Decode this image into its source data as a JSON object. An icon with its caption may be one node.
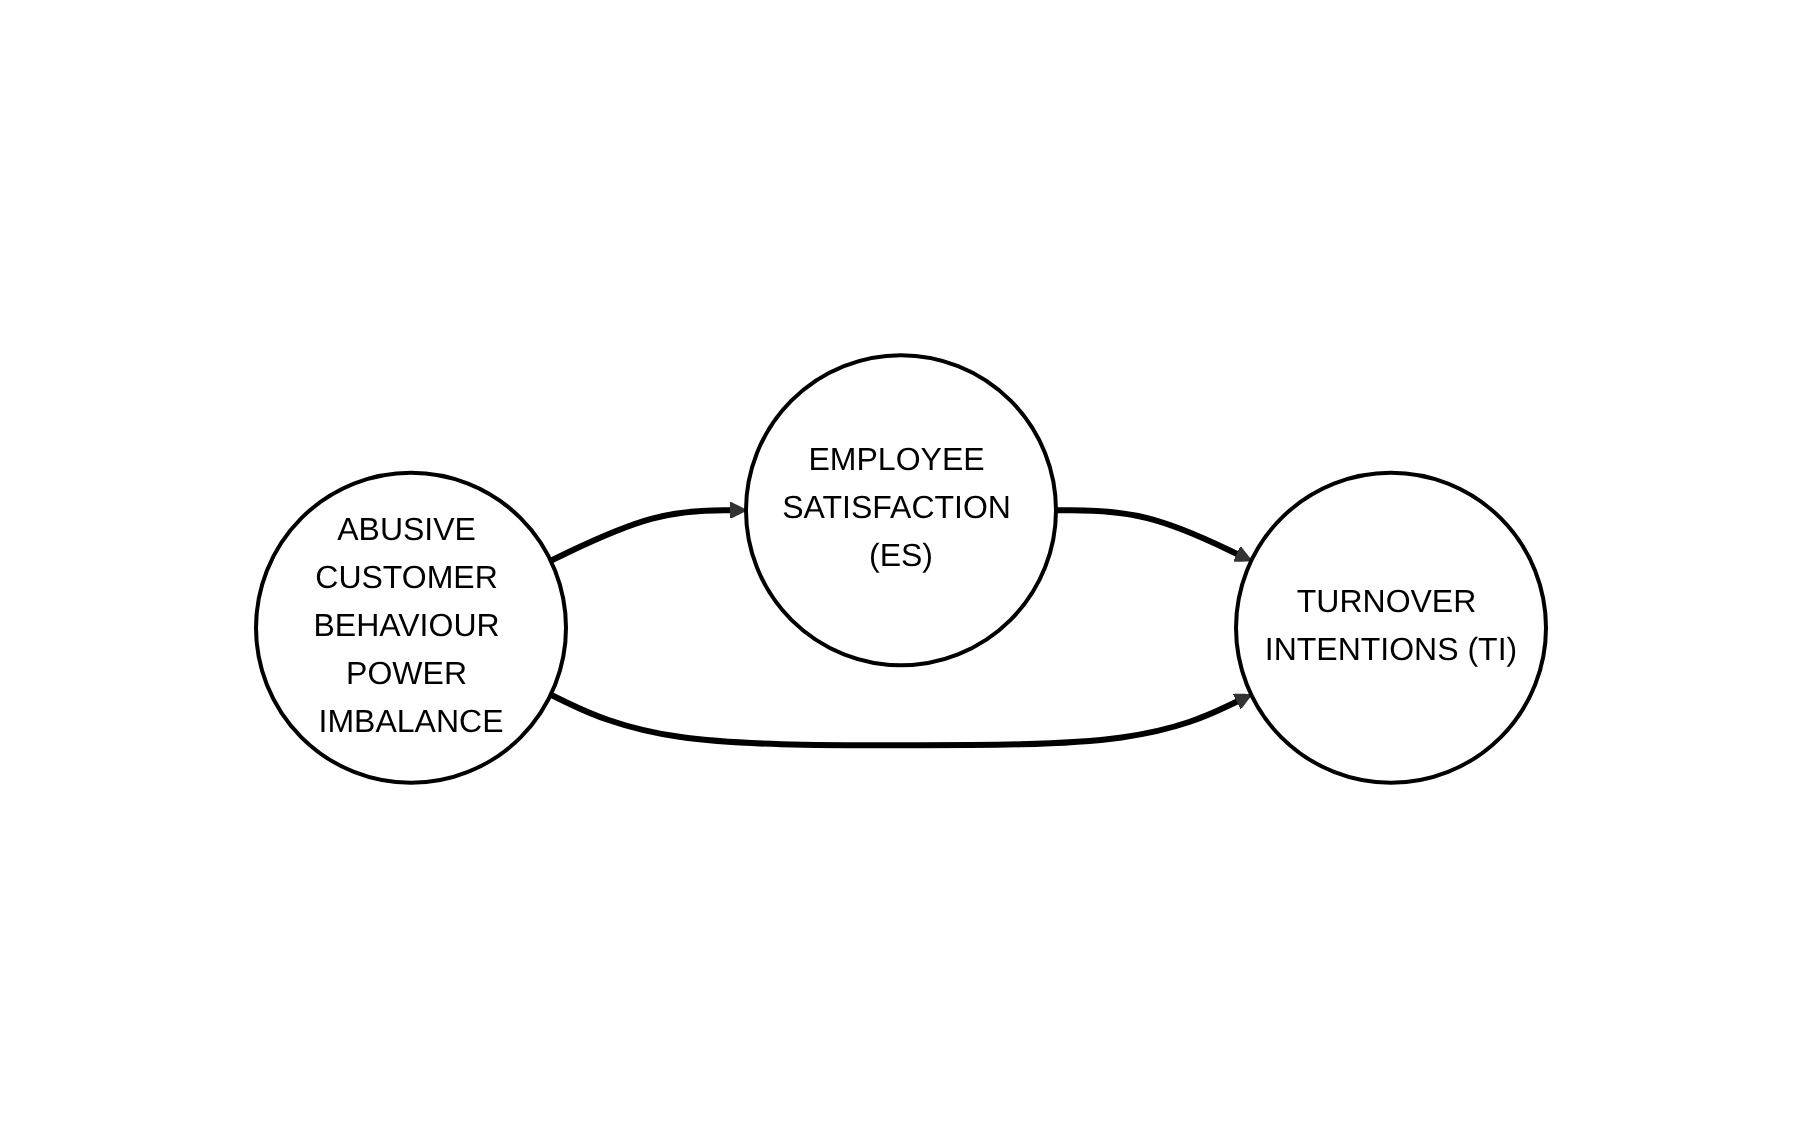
{
  "diagram": {
    "nodes": [
      {
        "text": [
          "EMPLOYEE SATISFACTION (ES)"
        ]
      },
      {
        "text": [
          "ABUSIVE CUSTOMER BEHAVIOUR POWER IMBALANCE"
        ]
      },
      {
        "text": [
          "TURNOVER INTENTIONS (TI)"
        ]
      }
    ],
    "edges": [
      {
        "from": 1,
        "to": 0,
        "arrow": "to"
      },
      {
        "from": 0,
        "to": 2,
        "arrow": "to"
      },
      {
        "from": 1,
        "to": 2,
        "arrow": "to"
      }
    ]
  }
}
